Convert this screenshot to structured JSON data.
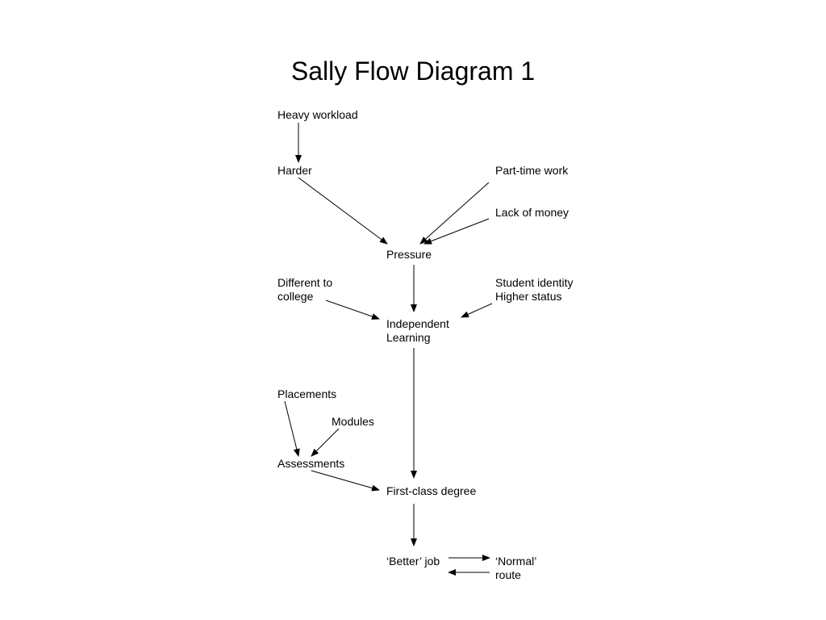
{
  "title": "Sally Flow Diagram 1",
  "nodes": {
    "heavy_workload": "Heavy workload",
    "harder": "Harder",
    "part_time_work": "Part-time work",
    "lack_of_money": "Lack of money",
    "pressure": "Pressure",
    "different_to_college": [
      "Different to",
      "college"
    ],
    "student_identity": [
      "Student identity",
      "Higher status"
    ],
    "independent_learning": [
      "Independent",
      "Learning"
    ],
    "placements": "Placements",
    "modules": "Modules",
    "assessments": "Assessments",
    "first_class_degree": "First-class degree",
    "better_job": "‘Better’ job",
    "normal_route": [
      "‘Normal’",
      "route"
    ]
  },
  "edges": [
    {
      "from": "heavy_workload",
      "to": "harder"
    },
    {
      "from": "harder",
      "to": "pressure"
    },
    {
      "from": "part_time_work",
      "to": "pressure"
    },
    {
      "from": "lack_of_money",
      "to": "pressure"
    },
    {
      "from": "pressure",
      "to": "independent_learning"
    },
    {
      "from": "different_to_college",
      "to": "independent_learning"
    },
    {
      "from": "student_identity",
      "to": "independent_learning"
    },
    {
      "from": "independent_learning",
      "to": "first_class_degree"
    },
    {
      "from": "placements",
      "to": "assessments"
    },
    {
      "from": "modules",
      "to": "assessments"
    },
    {
      "from": "assessments",
      "to": "first_class_degree"
    },
    {
      "from": "first_class_degree",
      "to": "better_job"
    },
    {
      "from": "better_job",
      "to": "normal_route"
    },
    {
      "from": "normal_route",
      "to": "better_job"
    }
  ]
}
